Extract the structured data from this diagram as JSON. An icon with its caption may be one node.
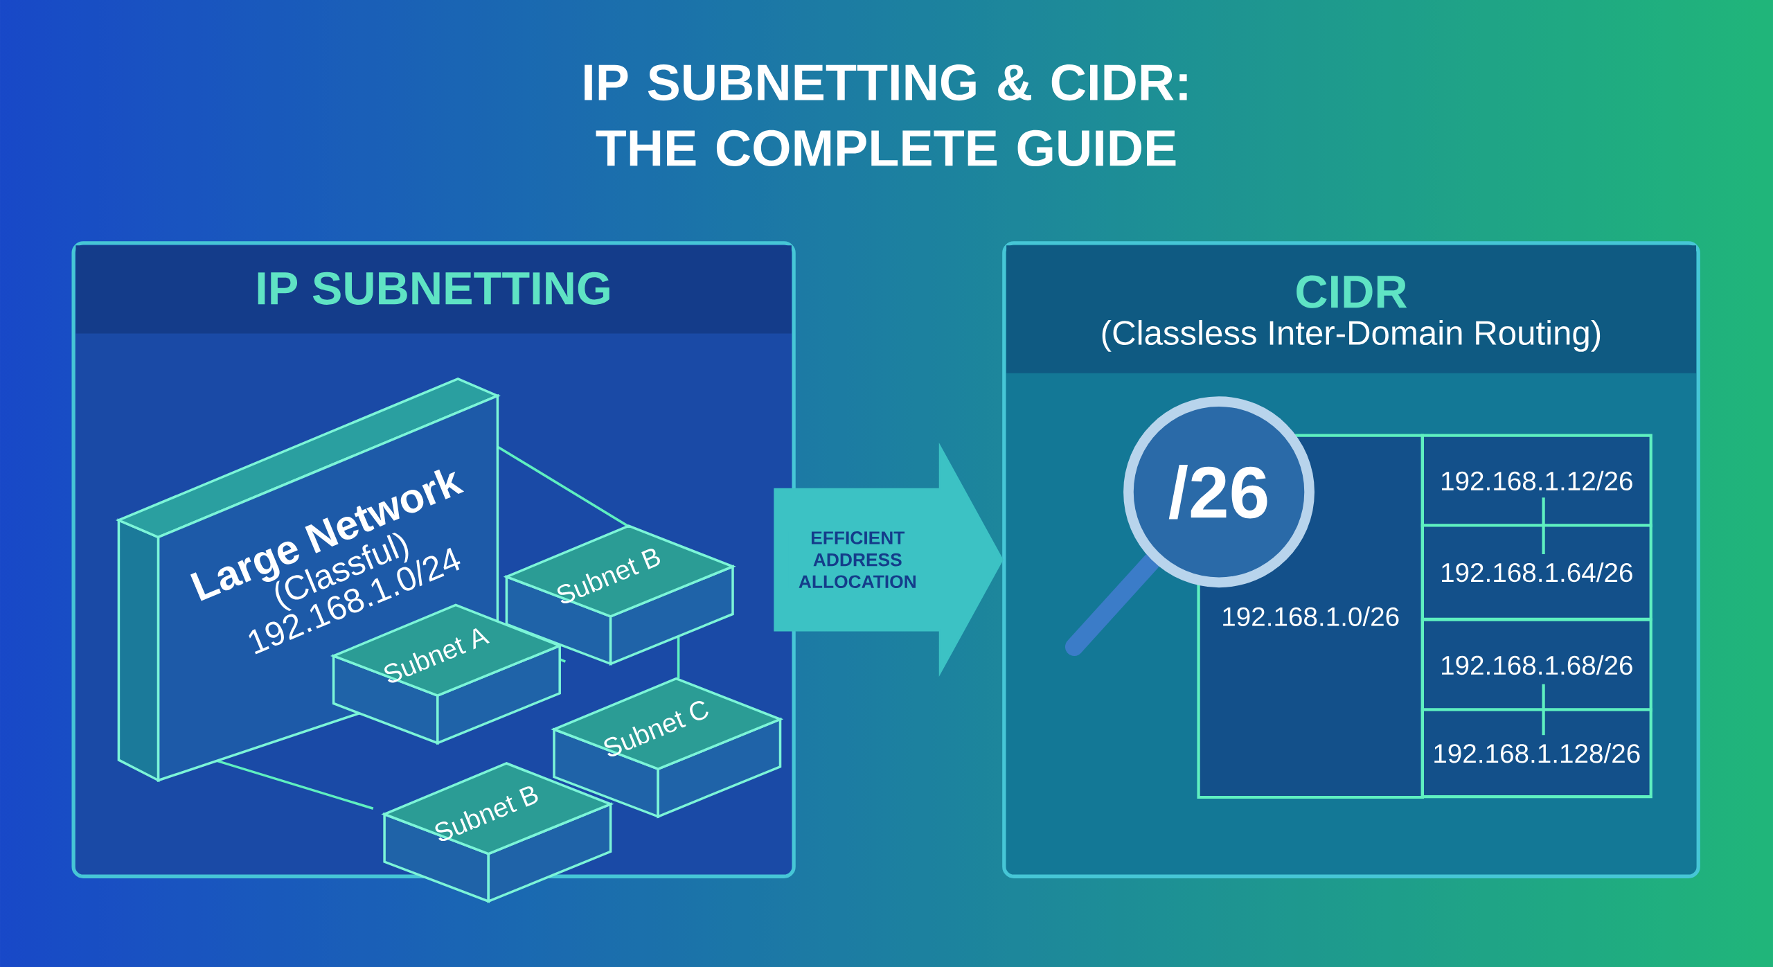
{
  "diagram": {
    "title": "IP SUBNETTING & CIDR: THE COMPLETE GUIDE",
    "nodes": [
      {
        "text": [
          "IP SUBNETTING"
        ]
      },
      {
        "text": [
          "Large Network",
          "(Classful)",
          "192.168.1.0/24"
        ],
        "in": 0
      },
      {
        "text": [
          "Subnet B"
        ],
        "in": 0
      },
      {
        "text": [
          "Subnet A"
        ],
        "in": 0
      },
      {
        "text": [
          "Subnet C"
        ],
        "in": 0
      },
      {
        "text": [
          "Subnet B"
        ],
        "in": 0
      },
      {
        "text": [
          "CIDR",
          "(Classless Inter-Domain Routing)"
        ]
      },
      {
        "text": [
          "/26"
        ],
        "in": 6
      },
      {
        "text": [
          "192.168.1.0/26"
        ],
        "in": 6
      },
      {
        "text": [
          "192.168.1.12/26"
        ],
        "in": 6
      },
      {
        "text": [
          "192.168.1.64/26"
        ],
        "in": 6
      },
      {
        "text": [
          "192.168.1.68/26"
        ],
        "in": 6
      },
      {
        "text": [
          "192.168.1.128/26"
        ],
        "in": 6
      }
    ],
    "edges": [
      {
        "from": 0,
        "to": 6,
        "arrow": "to",
        "label": "EFFICIENT ADDRESS ALLOCATION",
        "style": "thick"
      }
    ]
  }
}
